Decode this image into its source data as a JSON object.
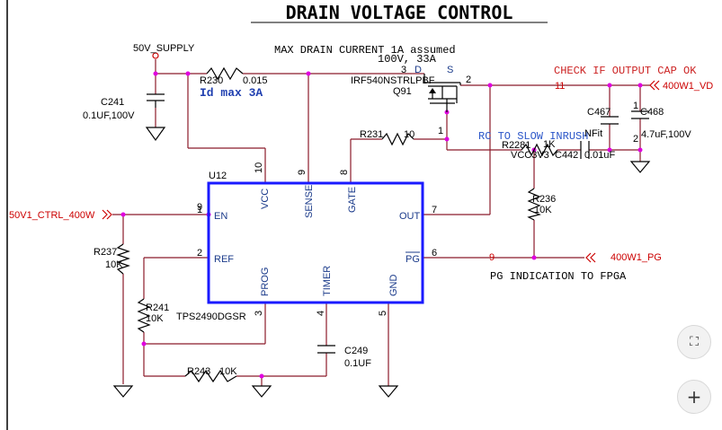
{
  "title": "DRAIN VOLTAGE CONTROL",
  "notes": {
    "max_drain": "MAX DRAIN CURRENT 1A assumed",
    "fet_rating": "100V, 33A",
    "id_max": "Id max 3A",
    "check_cap": "CHECK IF OUTPUT CAP OK",
    "rc_note": "RC TO SLOW INRUSH",
    "pg_note": "PG INDICATION TO FPGA"
  },
  "nets": {
    "supply": "50V_SUPPLY",
    "ctrl": "50V1_CTRL_400W",
    "vd": "400W1_VD",
    "pg": "400W1_PG",
    "vcc": "VCC3V3"
  },
  "chip": {
    "ref": "U12",
    "part": "TPS2490DGSR",
    "pins": {
      "vcc": "VCC",
      "sense": "SENSE",
      "gate": "GATE",
      "en": "EN",
      "out": "OUT",
      "ref": "REF",
      "pg": "PG",
      "prog": "PROG",
      "timer": "TIMER",
      "gnd": "GND"
    },
    "pin_numbers": {
      "vcc": "10",
      "sense": "9",
      "gate": "8",
      "en": "1",
      "out": "7",
      "ref": "2",
      "pg": "6",
      "prog": "3",
      "timer": "4",
      "gnd": "5"
    }
  },
  "fet": {
    "part": "IRF540NSTRLPBF",
    "ref": "Q91",
    "d": "D",
    "s": "S",
    "pin_gate": "1",
    "pin_drain": "3",
    "pin_source": "2"
  },
  "components": {
    "r230": {
      "ref": "R230",
      "value": "0.015"
    },
    "c241": {
      "ref": "C241",
      "value": "0.1UF,100V"
    },
    "r231": {
      "ref": "R231",
      "value": "10"
    },
    "r2281": {
      "ref": "R2281",
      "value": "1K"
    },
    "c442": {
      "ref": "C442",
      "value": "0.01uF"
    },
    "c467": {
      "ref": "C467",
      "value": "NFit"
    },
    "c468": {
      "ref": "C468",
      "value": "4.7uF,100V"
    },
    "r236": {
      "ref": "R236",
      "value": "10K"
    },
    "r237": {
      "ref": "R237",
      "value": "10K"
    },
    "r241": {
      "ref": "R241",
      "value": "10K"
    },
    "r243": {
      "ref": "R243",
      "value": "10K"
    },
    "c249": {
      "ref": "C249",
      "value": "0.1UF"
    }
  },
  "misc_pins": {
    "ctrl_pin": "9",
    "vd_pin": "11",
    "pg_pin": "9",
    "c468_pin1": "1",
    "c468_pin2": "2"
  },
  "controls": {
    "collapse_icon": "⛶",
    "zoom_in": "+"
  }
}
